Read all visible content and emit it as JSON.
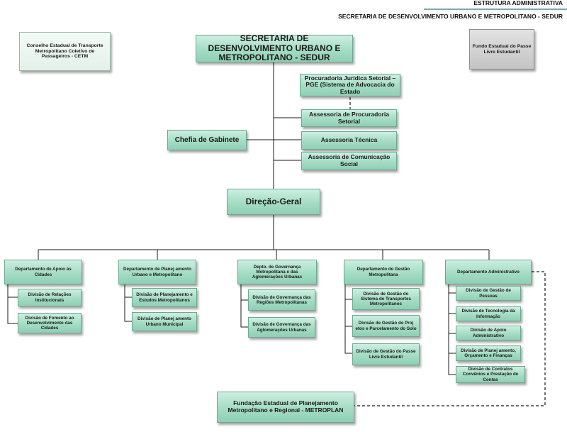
{
  "header": {
    "title": "ESTRUTURA ADMINISTRATIVA",
    "subtitle": "SECRETARIA DE DESENVOLVIMENTO URBANO E METROPOLITANO - SEDUR"
  },
  "nodes": {
    "cetm": "Conselho Estadual de Transporte Metropolitano Coletivo de Passageiros - CETM",
    "fundo": "Fundo Estadual do Passe Livre Estudantil",
    "sedur": "SECRETARIA DE DESENVOLVIMENTO URBANO E METROPOLITANO - SEDUR",
    "pge": "Procuradoria Jurídica Setorial – PGE (Sistema de Advocacia do Estado",
    "assessoria_procuradoria": "Assessoria de Procuradoria Setorial",
    "chefia": "Chefia de Gabinete",
    "assessoria_tecnica": "Assessoria Técnica",
    "assessoria_comunicacao": "Assessoria de Comunicação Social",
    "direcao": "Direção-Geral",
    "metroplan": "Fundação Estadual de Planejamento Metropolitano e Regional - METROPLAN"
  },
  "departments": [
    {
      "name": "Departamento de Apoio às Cidades",
      "divisions": [
        "Divisão de Relações Institucionais",
        "Divisão de Fomento ao Desenvolvimento das Cidades"
      ]
    },
    {
      "name": "Departamento de Planej amento Urbano e Metropolitano",
      "divisions": [
        "Divisão de Planejamento e Estudos Metropolitanos",
        "Divisão de Planej amento Urbano Municipal"
      ]
    },
    {
      "name": "Depto. de Governança Metropolitana e das Aglomerações Urbanas",
      "divisions": [
        "Divisão de Governança das Regiões Metropolitanas",
        "Divisão de Governança das Aglomerações Urbanas"
      ]
    },
    {
      "name": "Departamento de Gestão Metropolitana",
      "divisions": [
        "Divisão de Gestão do Sistema de Transportes Metropolitanos",
        "Divisão de Gestão de Proj etos e Parcelamento do Solo",
        "Divisão de Gestão do Passe Livre Estudantil"
      ]
    },
    {
      "name": "Departamento Administrativo",
      "divisions": [
        "Divisão de Gestão de Pessoas",
        "Divisão de Tecnologia da Informação",
        "Divisão de Apoio Administrativo",
        "Divisão de Planej amento, Orçamento e Finanças",
        "Divisão de Contratos Convênios e Prestação de Contas"
      ]
    }
  ]
}
